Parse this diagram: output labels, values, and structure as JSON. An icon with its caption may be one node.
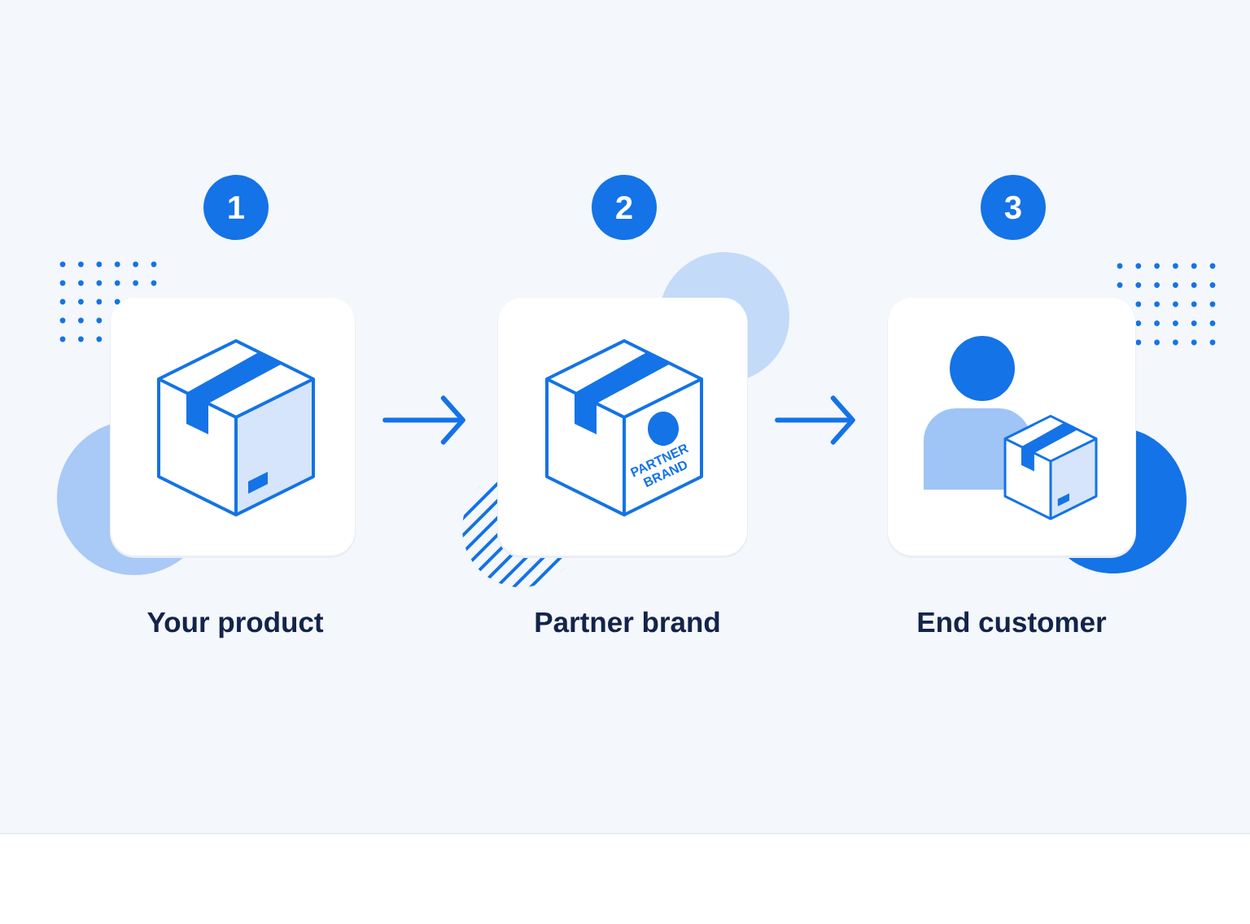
{
  "diagram": {
    "nodes": [
      {
        "text": [
          "1"
        ]
      },
      {
        "text": [
          "2"
        ]
      },
      {
        "text": [
          "3"
        ]
      },
      {
        "text": [
          "Your product"
        ]
      },
      {
        "text": [
          "Partner brand"
        ]
      },
      {
        "text": [
          "End customer"
        ]
      }
    ],
    "edges": [
      {
        "from": 3,
        "to": 4,
        "arrow": "to"
      },
      {
        "from": 4,
        "to": 5,
        "arrow": "to"
      }
    ],
    "labels": [
      "PARTNER BRAND"
    ]
  }
}
